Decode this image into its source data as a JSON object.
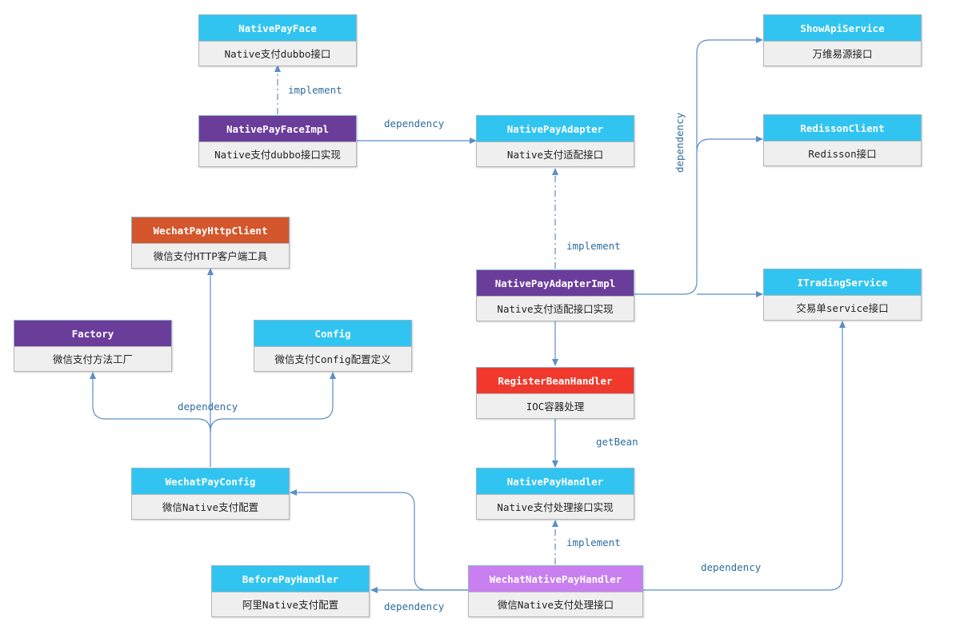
{
  "colors": {
    "interface": "#31c4f0",
    "impl": "#6a3d9a",
    "http_client": "#d4562c",
    "register": "#f0392c",
    "wechat_handler": "#c97ff0",
    "edge": "#5b8ec7",
    "label": "#2e6d9e"
  },
  "nodes": {
    "native_pay_face": {
      "title": "NativePayFace",
      "desc": "Native支付dubbo接口"
    },
    "native_pay_face_impl": {
      "title": "NativePayFaceImpl",
      "desc": "Native支付dubbo接口实现"
    },
    "native_pay_adapter": {
      "title": "NativePayAdapter",
      "desc": "Native支付适配接口"
    },
    "show_api_service": {
      "title": "ShowApiService",
      "desc": "万维易源接口"
    },
    "redisson_client": {
      "title": "RedissonClient",
      "desc": "Redisson接口"
    },
    "wechat_pay_http_client": {
      "title": "WechatPayHttpClient",
      "desc": "微信支付HTTP客户端工具"
    },
    "native_pay_adapter_impl": {
      "title": "NativePayAdapterImpl",
      "desc": "Native支付适配接口实现"
    },
    "itrading_service": {
      "title": "ITradingService",
      "desc": "交易单service接口"
    },
    "factory": {
      "title": "Factory",
      "desc": "微信支付方法工厂"
    },
    "config": {
      "title": "Config",
      "desc": "微信支付Config配置定义"
    },
    "register_bean_handler": {
      "title": "RegisterBeanHandler",
      "desc": "IOC容器处理"
    },
    "wechat_pay_config": {
      "title": "WechatPayConfig",
      "desc": "微信Native支付配置"
    },
    "native_pay_handler": {
      "title": "NativePayHandler",
      "desc": "Native支付处理接口实现"
    },
    "before_pay_handler": {
      "title": "BeforePayHandler",
      "desc": "阿里Native支付配置"
    },
    "wechat_native_pay_handler": {
      "title": "WechatNativePayHandler",
      "desc": "微信Native支付处理接口"
    }
  },
  "edge_labels": {
    "implement_face": "implement",
    "dependency_adapter": "dependency",
    "dependency_vertical": "dependency",
    "implement_adapter": "implement",
    "dependency_factory_config": "dependency",
    "get_bean": "getBean",
    "implement_handler": "implement",
    "dependency_trading": "dependency",
    "dependency_before": "dependency"
  }
}
